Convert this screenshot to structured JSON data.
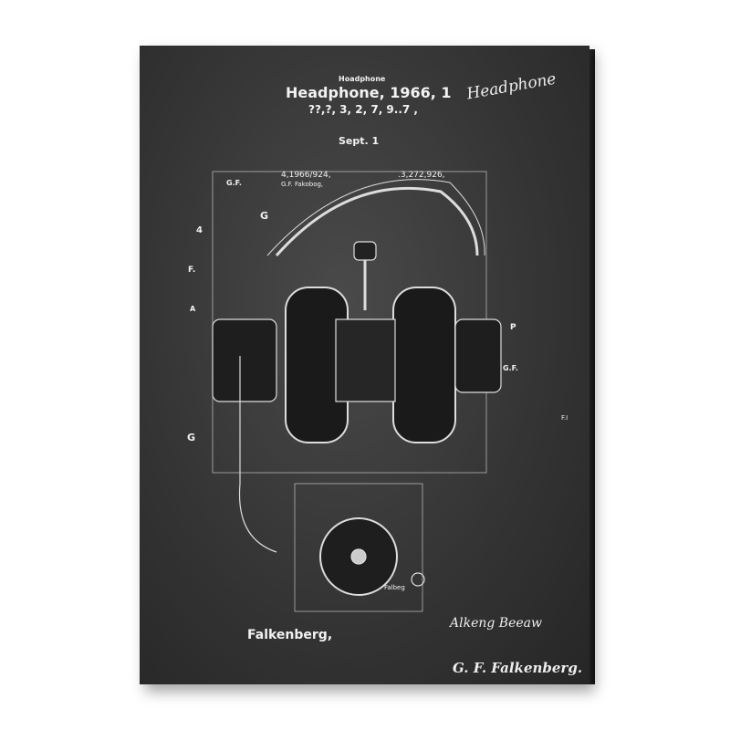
{
  "poster": {
    "subtitle": "Hoadphone",
    "title": "Headphone, 1966, 1",
    "numbers": "??,?,  3, 2, 7, 9..7 ,",
    "date": "Sept. 1",
    "ref_left": "4,1966/924,",
    "ref_left_name": "G.F. Fakobog,",
    "ref_right": ".3,272,926,",
    "signature_top": "Headphone",
    "inventor": "Falkenberg,",
    "signature_bottom": "Alkeng Beeaw",
    "nameplate": "G. F. Falkenberg.",
    "labels": {
      "gf1": "G.F.",
      "g1": "G",
      "a4": "4",
      "f": "F.",
      "a": "A",
      "g2": "G",
      "p": "P",
      "gf2": "G.F.",
      "fl": "F.I",
      "falbeg": "Falbeg"
    }
  },
  "colors": {
    "board": "#353535",
    "ink": "#f2f2f2"
  }
}
